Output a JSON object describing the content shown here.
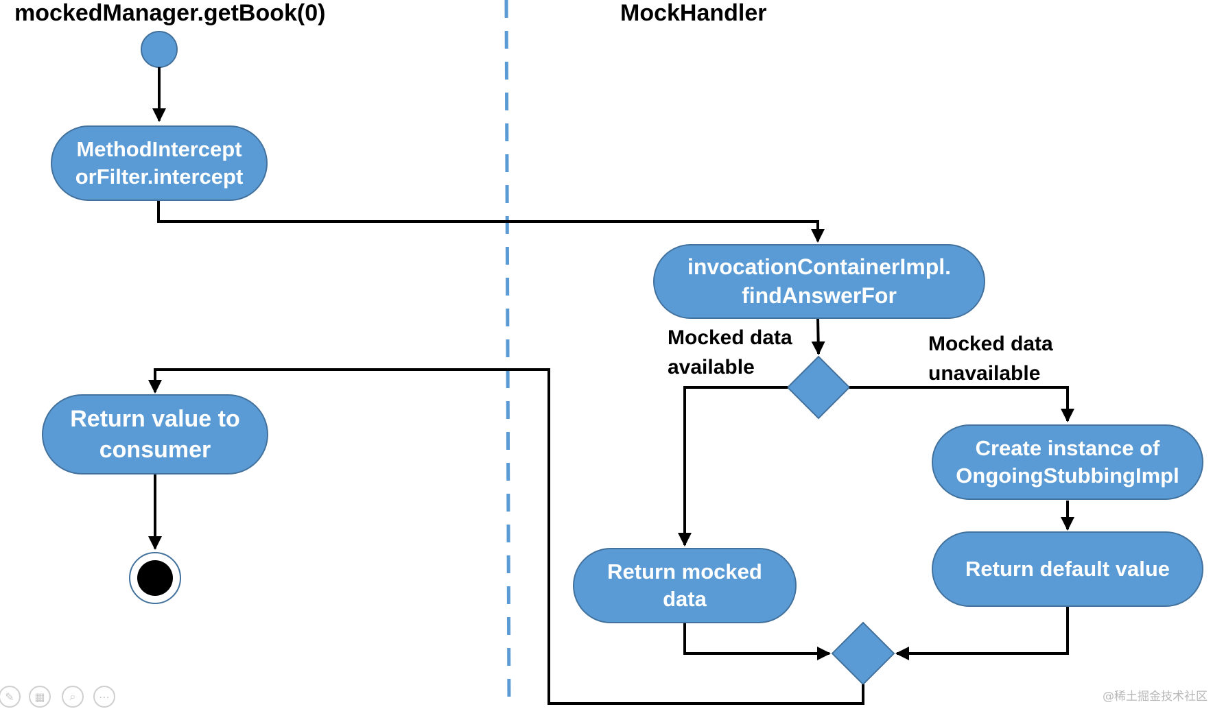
{
  "lanes": {
    "left_title": "mockedManager.getBook(0)",
    "right_title": "MockHandler"
  },
  "nodes": {
    "intercept": [
      "MethodIntercept",
      "orFilter.intercept"
    ],
    "find_answer": [
      "invocationContainerImpl.",
      "findAnswerFor"
    ],
    "create_instance": [
      "Create instance of",
      "OngoingStubbingImpl"
    ],
    "return_default": [
      "Return default value"
    ],
    "return_mocked": [
      "Return mocked",
      "data"
    ],
    "return_consumer": [
      "Return value to",
      "consumer"
    ]
  },
  "edge_labels": {
    "available": [
      "Mocked data",
      "available"
    ],
    "unavailable": [
      "Mocked data",
      "unavailable"
    ]
  },
  "watermark": "@稀土掘金技术社区",
  "toolbar_icons": [
    "pencil-icon",
    "grid-icon",
    "zoom-icon",
    "more-icon"
  ],
  "colors": {
    "node_fill": "#5b9bd5",
    "node_border": "#41719c",
    "lane_divider": "#5b9bd5",
    "edge": "#000000"
  }
}
